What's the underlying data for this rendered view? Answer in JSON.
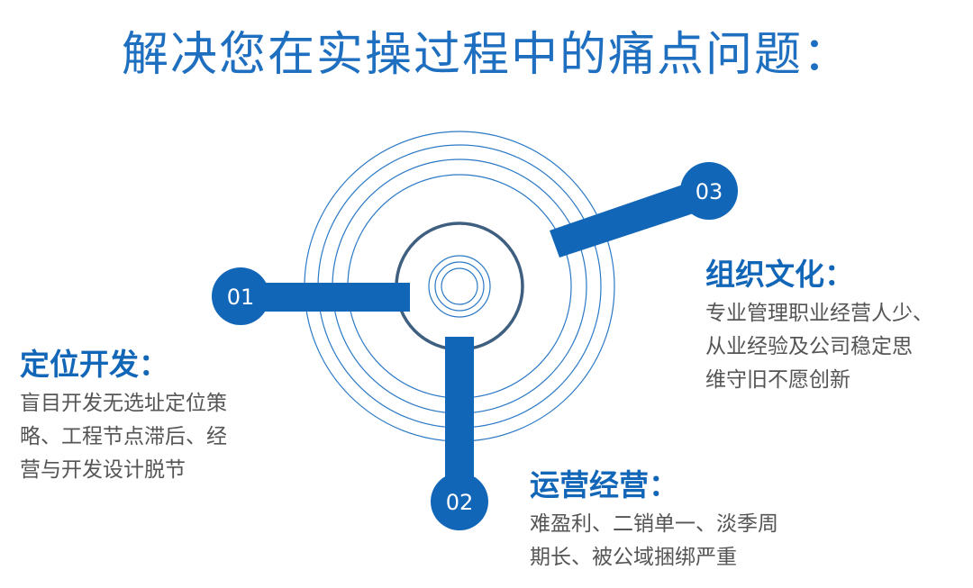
{
  "title": "解决您在实操过程中的痛点问题：",
  "colors": {
    "accent": "#1266b8",
    "ring": "#2b79c6",
    "text": "#555555"
  },
  "items": [
    {
      "number": "01",
      "heading": "定位开发：",
      "lines": [
        "盲目开发无选址定位策",
        "略、工程节点滞后、经",
        "营与开发设计脱节"
      ]
    },
    {
      "number": "02",
      "heading": "运营经营：",
      "lines": [
        "难盈利、二销单一、淡季周",
        "期长、被公域捆绑严重"
      ]
    },
    {
      "number": "03",
      "heading": "组织文化：",
      "lines": [
        "专业管理职业经营人少、",
        "从业经验及公司稳定思",
        "维守旧不愿创新"
      ]
    }
  ]
}
